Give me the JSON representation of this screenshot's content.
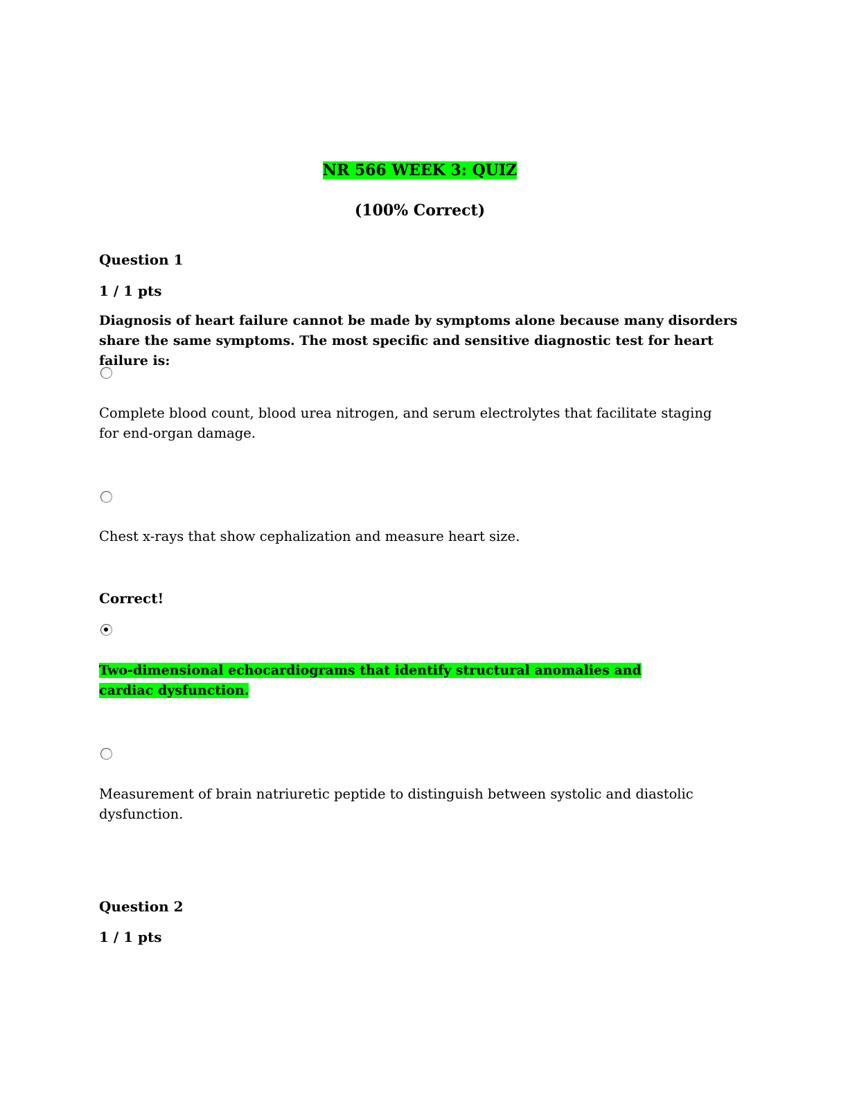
{
  "header": {
    "title": "NR 566 WEEK 3: QUIZ",
    "subtitle": "(100% Correct)"
  },
  "question1": {
    "label": "Question 1",
    "points": "1 / 1 pts",
    "prompt": "Diagnosis of heart failure cannot be made by symptoms alone because many disorders share the same symptoms. The most specific and sensitive diagnostic test for heart failure is:",
    "options": [
      {
        "text": "Complete blood count, blood urea nitrogen, and serum electrolytes that facilitate staging for end-organ damage.",
        "selected": false
      },
      {
        "text": "Chest x-rays that show cephalization and measure heart size.",
        "selected": false
      },
      {
        "text": "Two-dimensional echocardiograms that identify structural anomalies and cardiac dysfunction.",
        "selected": true,
        "marker": "Correct!"
      },
      {
        "text": "Measurement of brain natriuretic peptide to distinguish between systolic and diastolic dysfunction.",
        "selected": false
      }
    ]
  },
  "question2": {
    "label": "Question 2",
    "points": "1 / 1 pts"
  },
  "colors": {
    "highlight": "#00ff00",
    "text": "#000000"
  }
}
